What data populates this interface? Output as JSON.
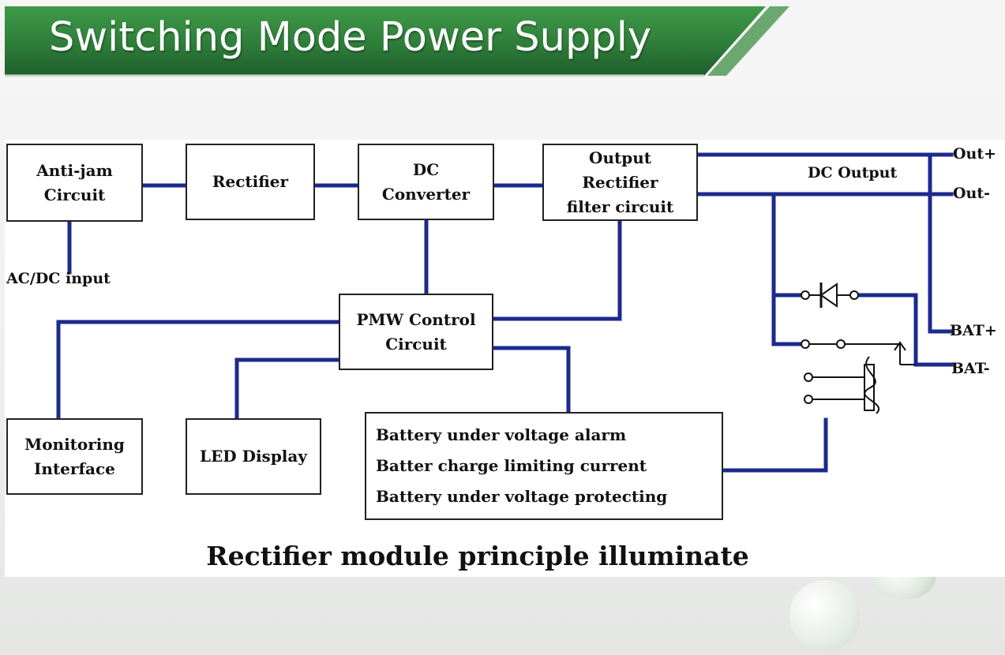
{
  "header": {
    "title": "Switching Mode Power Supply"
  },
  "diagram": {
    "blocks": {
      "anti_jam": {
        "line1": "Anti-jam",
        "line2": "Circuit"
      },
      "rectifier": {
        "label": "Rectifier"
      },
      "dc_converter": {
        "line1": "DC",
        "line2": "Converter"
      },
      "output_rectifier": {
        "line1": "Output",
        "line2": "Rectifier",
        "line3": "filter circuit"
      },
      "pwm_control": {
        "line1": "PMW Control",
        "line2": "Circuit"
      },
      "monitoring": {
        "line1": "Monitoring",
        "line2": "Interface"
      },
      "led_display": {
        "label": "LED Display"
      },
      "battery_functions": {
        "items": [
          "Battery under voltage alarm",
          "Batter charge limiting current",
          "Battery under voltage protecting"
        ]
      }
    },
    "labels": {
      "ac_dc_input": "AC/DC input",
      "dc_output": "DC Output",
      "out_plus": "Out+",
      "out_minus": "Out-",
      "bat_plus": "BAT+",
      "bat_minus": "BAT-"
    },
    "caption": "Rectifier module principle illuminate"
  },
  "colors": {
    "banner_green": "#2e7d3a",
    "wire_blue": "#1c2a8c",
    "box_border": "#222222"
  }
}
